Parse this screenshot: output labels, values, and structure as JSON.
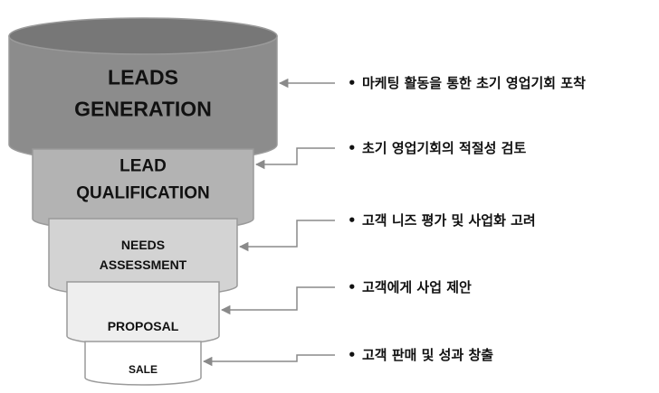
{
  "stages": [
    {
      "label_lines": [
        "LEADS",
        "GENERATION"
      ],
      "description": "마케팅 활동을 통한 초기 영업기회 포착",
      "fill": "#8c8c8c"
    },
    {
      "label_lines": [
        "LEAD",
        "QUALIFICATION"
      ],
      "description": "초기 영업기회의 적절성 검토",
      "fill": "#b3b3b3"
    },
    {
      "label_lines": [
        "NEEDS",
        "ASSESSMENT"
      ],
      "description": "고객 니즈 평가 및 사업화 고려",
      "fill": "#d3d3d3"
    },
    {
      "label_lines": [
        "PROPOSAL"
      ],
      "description": "고객에게 사업 제안",
      "fill": "#eeeeee"
    },
    {
      "label_lines": [
        "SALE"
      ],
      "description": "고객 판매 및 성과 창출",
      "fill": "#ffffff"
    }
  ],
  "bullet_glyph": "•",
  "colors": {
    "outline": "#9a9a9a",
    "cylinder_top": "#777777",
    "connector": "#8a8a8a",
    "text": "#111111"
  }
}
